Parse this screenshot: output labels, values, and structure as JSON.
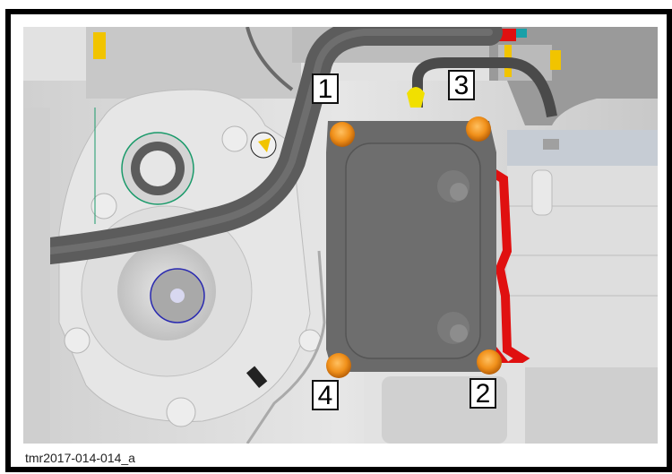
{
  "figure": {
    "caption": "tmr2017-014-014_a",
    "callouts": [
      {
        "id": "1",
        "label": "1"
      },
      {
        "id": "2",
        "label": "2"
      },
      {
        "id": "3",
        "label": "3"
      },
      {
        "id": "4",
        "label": "4"
      }
    ],
    "colors": {
      "bolt": "#f0901a",
      "cover": "#6a6a6a",
      "hose": "#5a5a5a",
      "gasket": "#e01010",
      "engine": "#dcdcdc",
      "frame": "#000000"
    }
  }
}
